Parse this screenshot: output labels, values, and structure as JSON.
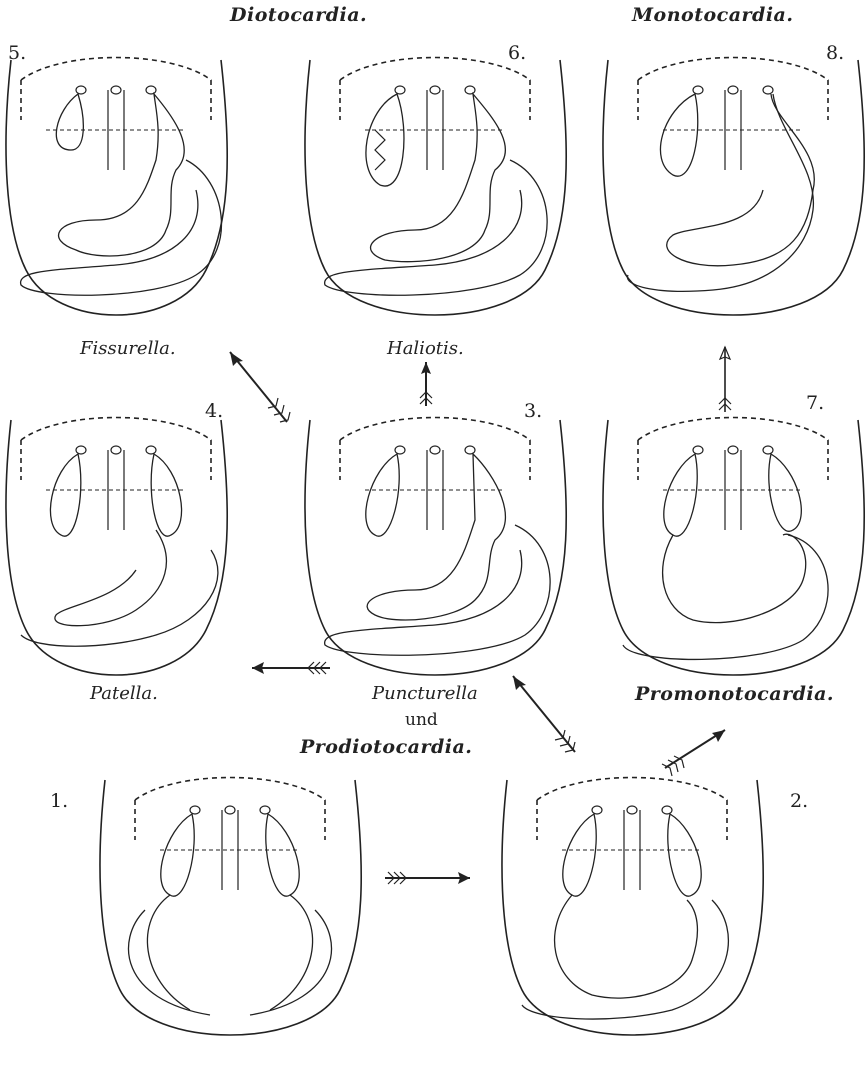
{
  "headings": {
    "diotocardia": "Diotocardia.",
    "monotocardia": "Monotocardia.",
    "promonotocardia": "Promonotocardia.",
    "prodiotocardia": "Prodiotocardia."
  },
  "numbers": [
    "1.",
    "2.",
    "3.",
    "4.",
    "5.",
    "6.",
    "7.",
    "8."
  ],
  "genera": {
    "fissurella": "Fissurella.",
    "haliotis": "Haliotis.",
    "patella": "Patella.",
    "puncturella": "Puncturella",
    "und": "und"
  },
  "colors": {
    "ink": "#222222",
    "paper": "#ffffff"
  }
}
